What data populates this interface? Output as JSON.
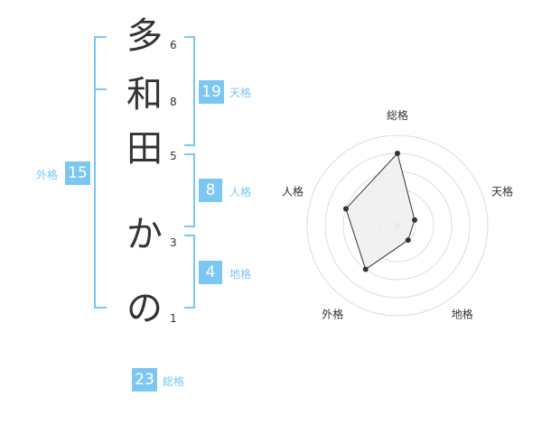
{
  "name": {
    "characters": [
      {
        "char": "多",
        "strokes": "6"
      },
      {
        "char": "和",
        "strokes": "8"
      },
      {
        "char": "田",
        "strokes": "5"
      },
      {
        "char": "か",
        "strokes": "3"
      },
      {
        "char": "の",
        "strokes": "1"
      }
    ]
  },
  "scores": {
    "tenkaku": {
      "label": "天格",
      "value": "19"
    },
    "jinkaku": {
      "label": "人格",
      "value": "8"
    },
    "chikaku": {
      "label": "地格",
      "value": "4"
    },
    "gaikaku": {
      "label": "外格",
      "value": "15"
    },
    "soukaku": {
      "label": "総格",
      "value": "23"
    }
  },
  "chart_data": {
    "type": "radar",
    "axes": [
      "総格",
      "天格",
      "地格",
      "外格",
      "人格"
    ],
    "values": [
      4,
      1,
      1,
      3,
      3
    ],
    "max": 5,
    "rings": 5
  },
  "colors": {
    "accent": "#7cc7f2",
    "text": "#333333",
    "radar_fill": "#eeeeee",
    "radar_line": "#333333"
  }
}
